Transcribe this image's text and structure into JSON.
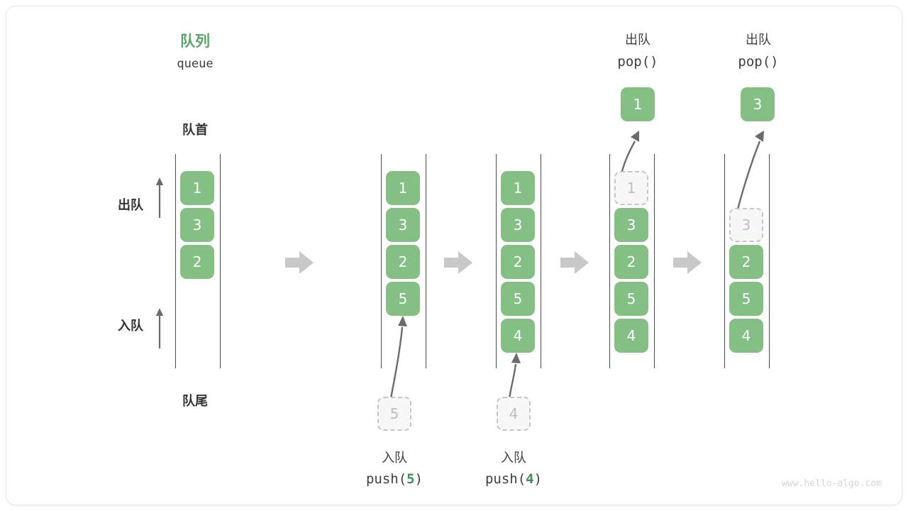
{
  "diagram": {
    "title_cn": "队列",
    "title_en": "queue",
    "head_label": "队首",
    "tail_label": "队尾",
    "side_labels": {
      "dequeue": "出队",
      "enqueue": "入队"
    },
    "watermark": "www.hello-algo.com",
    "colors": {
      "element": "#84bf84",
      "accent": "#5aa469",
      "ghost_fill": "#f7f7f7",
      "ghost_border": "#c6c6c6",
      "rail": "#4a4a4a",
      "arrow": "#c8c8c8",
      "curve_arrow": "#6b6b6b",
      "text": "#3f3f3f"
    },
    "steps": [
      {
        "id": "initial",
        "caption_cn": "",
        "caption_code": "",
        "result_value": "",
        "cells": [
          {
            "value": "1",
            "state": "filled"
          },
          {
            "value": "3",
            "state": "filled"
          },
          {
            "value": "2",
            "state": "filled"
          }
        ]
      },
      {
        "id": "push-5",
        "caption_cn": "入队",
        "caption_code": "push(",
        "caption_arg": "5",
        "caption_code_end": ")",
        "incoming_value": "5",
        "cells": [
          {
            "value": "1",
            "state": "filled"
          },
          {
            "value": "3",
            "state": "filled"
          },
          {
            "value": "2",
            "state": "filled"
          },
          {
            "value": "5",
            "state": "filled"
          }
        ]
      },
      {
        "id": "push-4",
        "caption_cn": "入队",
        "caption_code": "push(",
        "caption_arg": "4",
        "caption_code_end": ")",
        "incoming_value": "4",
        "cells": [
          {
            "value": "1",
            "state": "filled"
          },
          {
            "value": "3",
            "state": "filled"
          },
          {
            "value": "2",
            "state": "filled"
          },
          {
            "value": "5",
            "state": "filled"
          },
          {
            "value": "4",
            "state": "filled"
          }
        ]
      },
      {
        "id": "pop-1",
        "caption_cn": "出队",
        "caption_code": "pop()",
        "result_value": "1",
        "cells": [
          {
            "value": "1",
            "state": "ghost"
          },
          {
            "value": "3",
            "state": "filled"
          },
          {
            "value": "2",
            "state": "filled"
          },
          {
            "value": "5",
            "state": "filled"
          },
          {
            "value": "4",
            "state": "filled"
          }
        ]
      },
      {
        "id": "pop-3",
        "caption_cn": "出队",
        "caption_code": "pop()",
        "result_value": "3",
        "cells": [
          {
            "value": "",
            "state": "empty"
          },
          {
            "value": "3",
            "state": "ghost"
          },
          {
            "value": "2",
            "state": "filled"
          },
          {
            "value": "5",
            "state": "filled"
          },
          {
            "value": "4",
            "state": "filled"
          }
        ]
      }
    ],
    "separators": [
      "arrow-right",
      "arrow-right",
      "arrow-right",
      "arrow-right"
    ]
  }
}
